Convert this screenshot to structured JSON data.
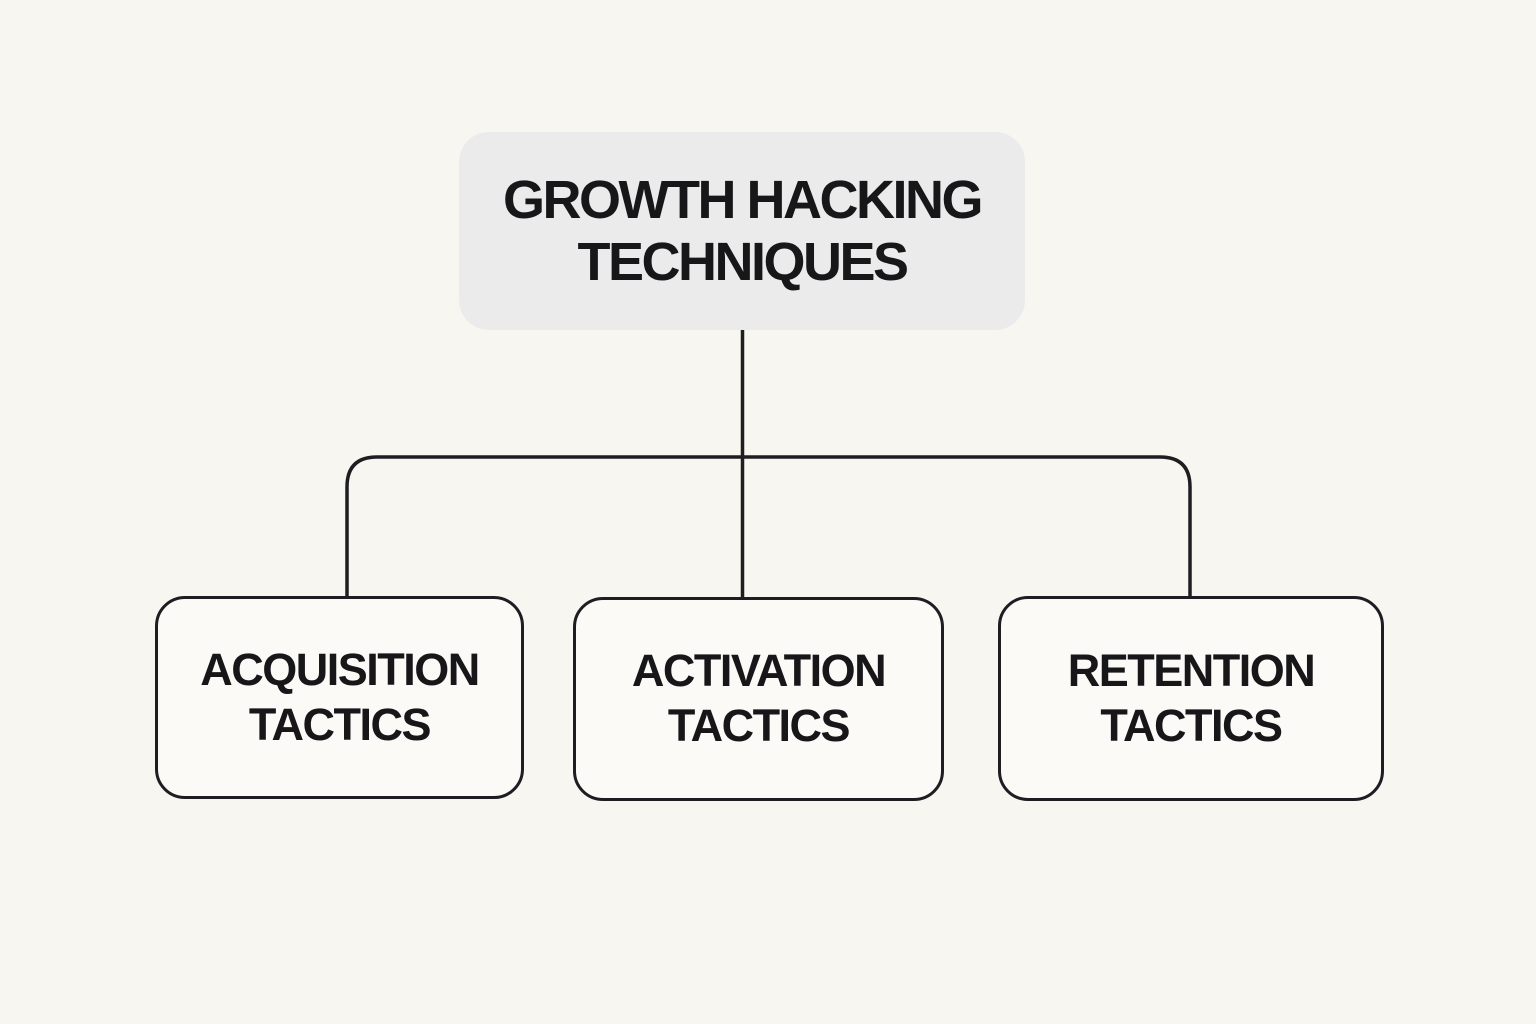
{
  "diagram": {
    "type": "tree",
    "root": {
      "label": "GROWTH HACKING\nTECHNIQUES"
    },
    "children": [
      {
        "label": "ACQUISITION\nTACTICS"
      },
      {
        "label": "ACTIVATION\nTACTICS"
      },
      {
        "label": "RETENTION\nTACTICS"
      }
    ],
    "colors": {
      "background": "#f8f6f1",
      "root_fill": "#ebebeb",
      "child_fill": "#fbfaf7",
      "line": "#1e1e22",
      "text": "#17171a"
    }
  }
}
